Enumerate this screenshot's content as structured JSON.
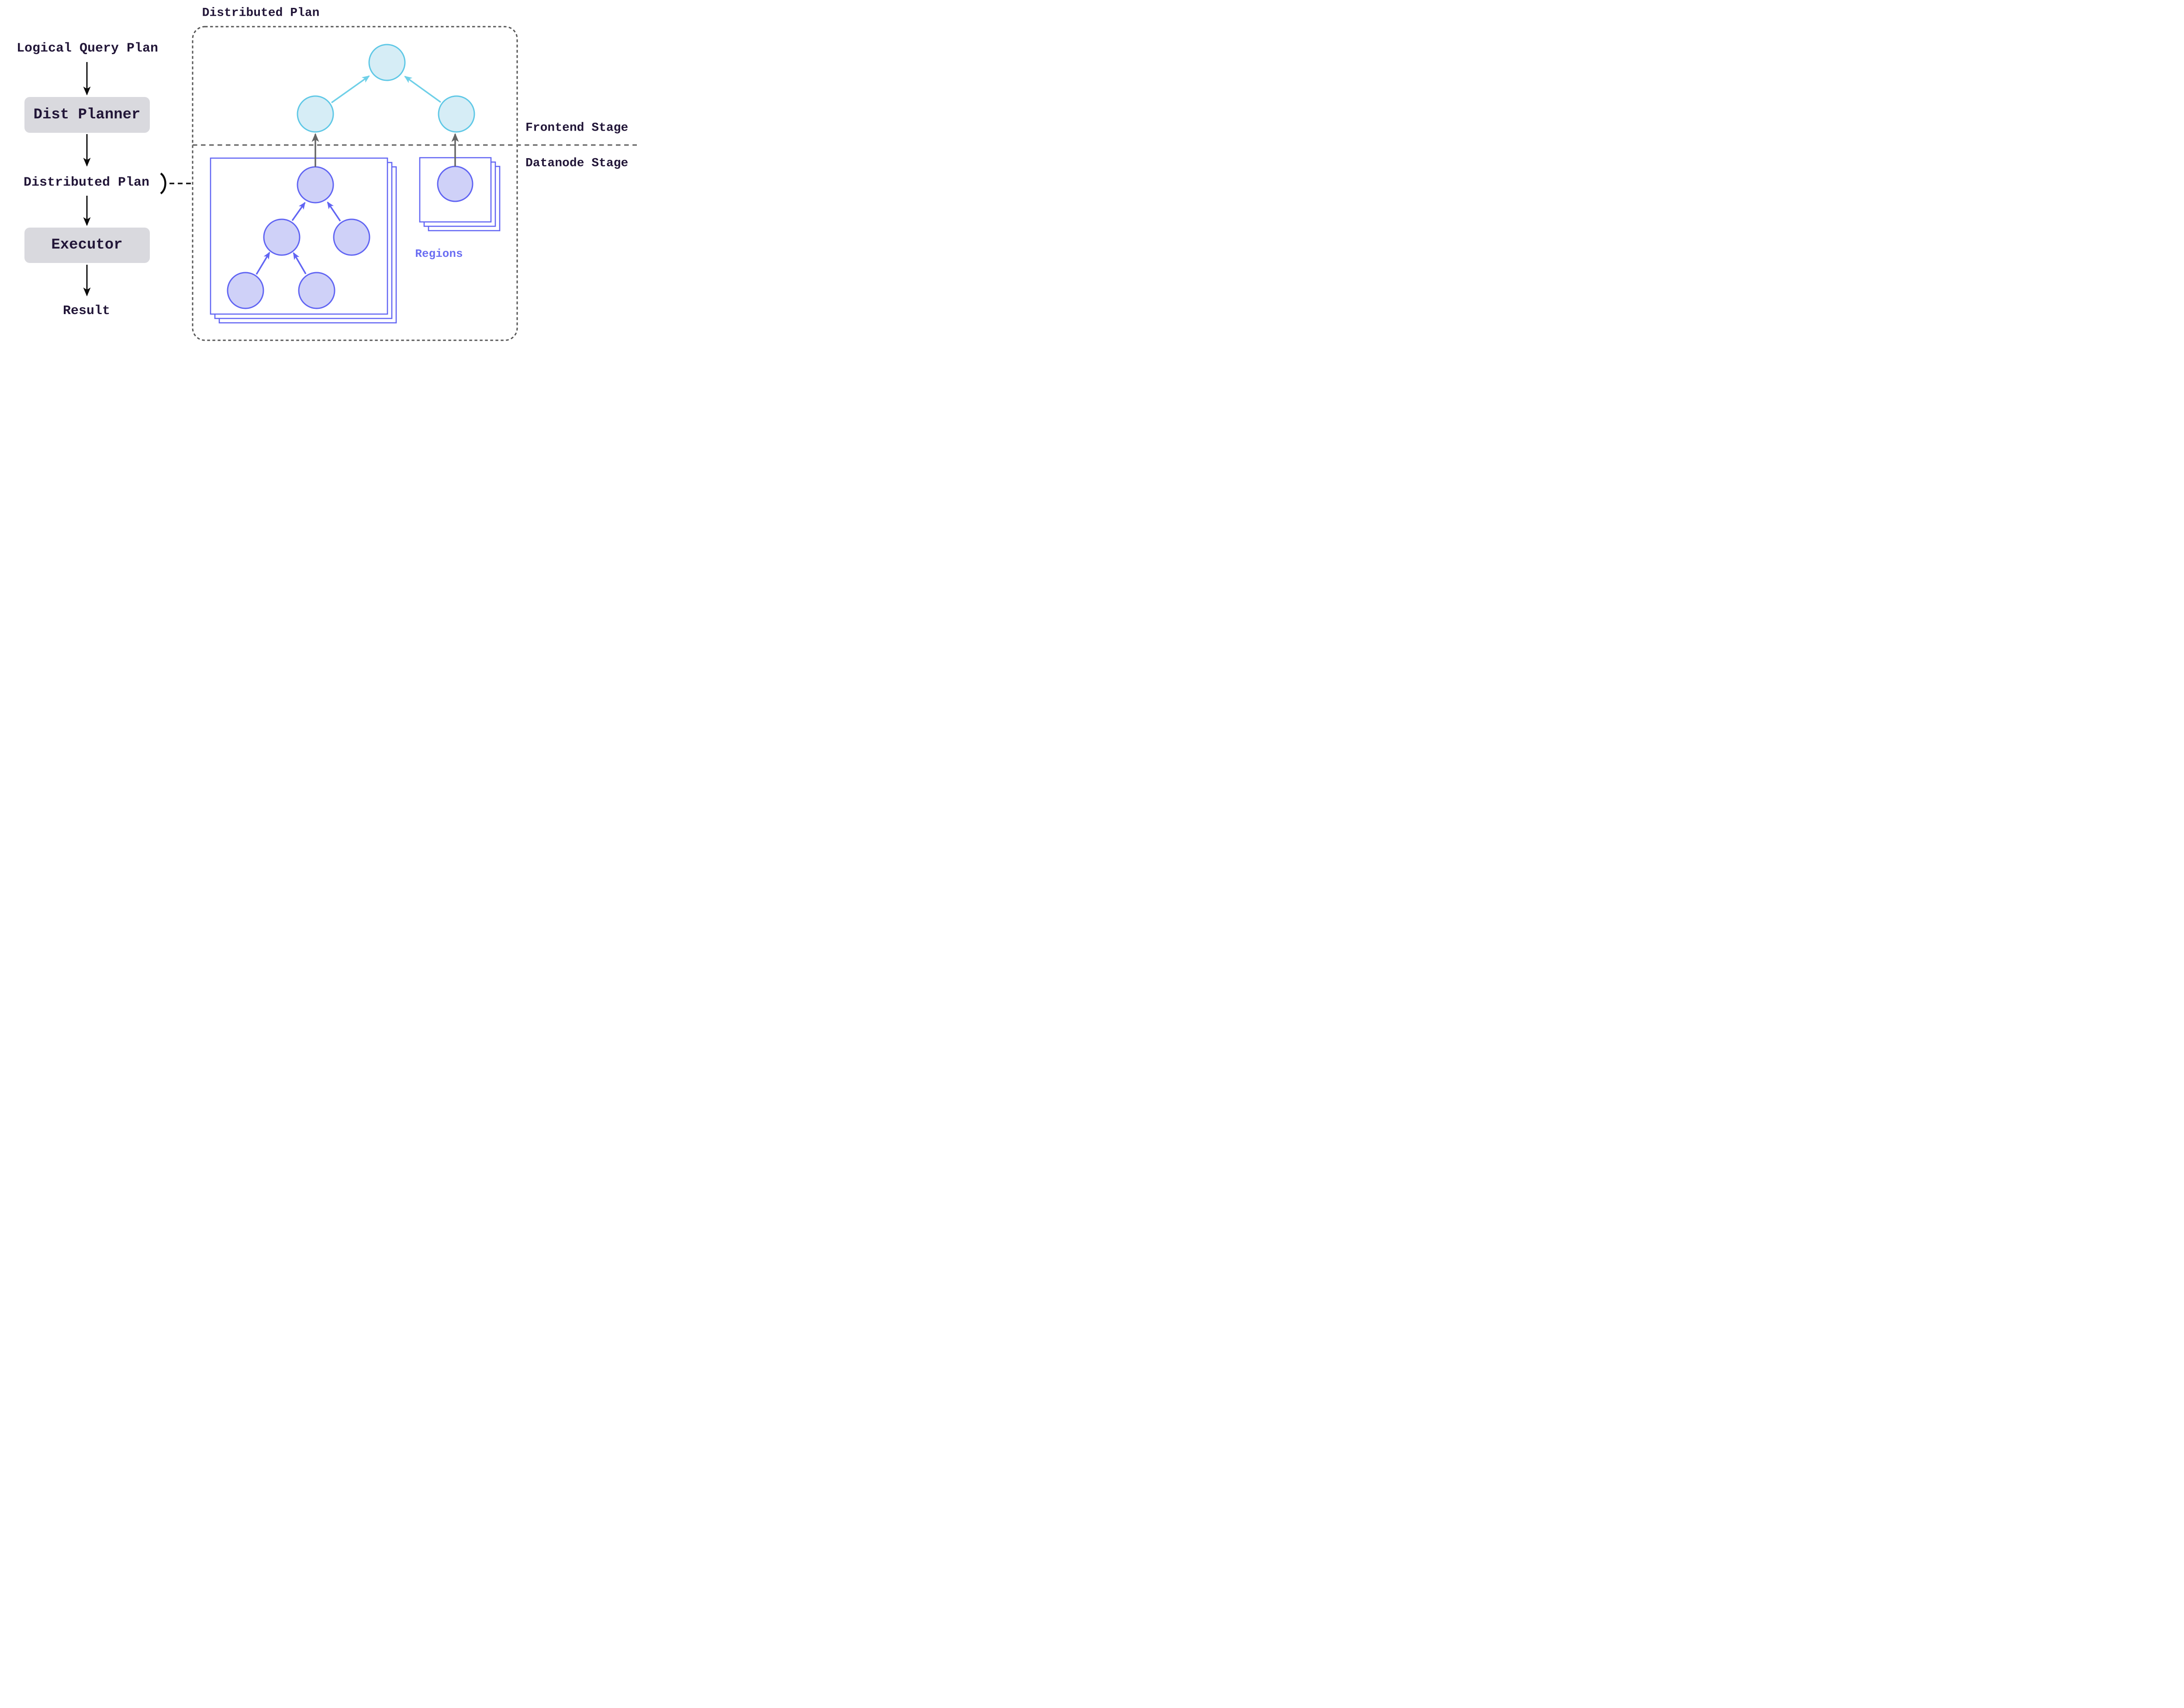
{
  "flow": {
    "source_label": "Logical Query Plan",
    "planner_label": "Dist Planner",
    "plan_label": "Distributed Plan",
    "executor_label": "Executor",
    "result_label": "Result"
  },
  "plan": {
    "title": "Distributed Plan",
    "frontend_stage_label": "Frontend Stage",
    "datanode_stage_label": "Datanode Stage",
    "regions_label": "Regions",
    "frontend_node_count": 3,
    "datanode_left_region_node_count": 5,
    "datanode_right_region_node_count": 1,
    "region_sheet_count": 3
  },
  "colors": {
    "text_dark": "#221638",
    "box_gray_fill": "#d9d9de",
    "frontend_node_fill": "#d6edf6",
    "frontend_node_stroke": "#5fc8e6",
    "frontend_arrow": "#6fd0e8",
    "datanode_node_fill": "#cfd1f8",
    "datanode_node_stroke": "#6165f3",
    "regions_text": "#6b6ef2",
    "dashed_container_gray": "#565656",
    "stage_separator_gray": "#6e6e6e",
    "stage_arrow_gray": "#646464",
    "flow_arrow_black": "#0b0b0b"
  }
}
